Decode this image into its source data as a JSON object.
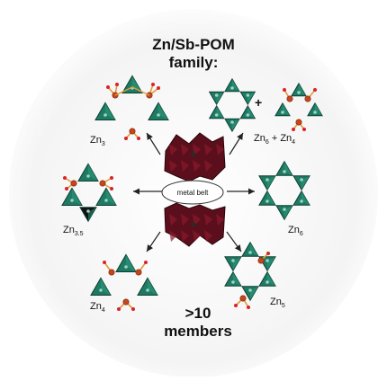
{
  "title": {
    "line1": "Zn/Sb-POM",
    "line2": "family:"
  },
  "center": {
    "belt_label": "metal belt"
  },
  "clusters": {
    "zn3": {
      "base": "Zn",
      "sub": "3"
    },
    "zn35": {
      "base": "Zn",
      "sub": "3.5"
    },
    "zn4": {
      "base": "Zn",
      "sub": "4"
    },
    "zn5": {
      "base": "Zn",
      "sub": "5"
    },
    "zn6": {
      "base": "Zn",
      "sub": "6"
    },
    "zn6zn4": {
      "base1": "Zn",
      "sub1": "6",
      "plus": "+",
      "base2": "Zn",
      "sub2": "4"
    },
    "plus_between": "+"
  },
  "footer": {
    "line1": ">10",
    "line2": "members"
  },
  "colors": {
    "tetra_fill": "#1f7a63",
    "tetra_edge": "#0c3e31",
    "zn_bond": "#e39a3a",
    "zn_atom": "#c8451c",
    "o_atom": "#d9222a",
    "core_fill": "#5b0f1c",
    "sb_atom": "#2a2a2a"
  }
}
